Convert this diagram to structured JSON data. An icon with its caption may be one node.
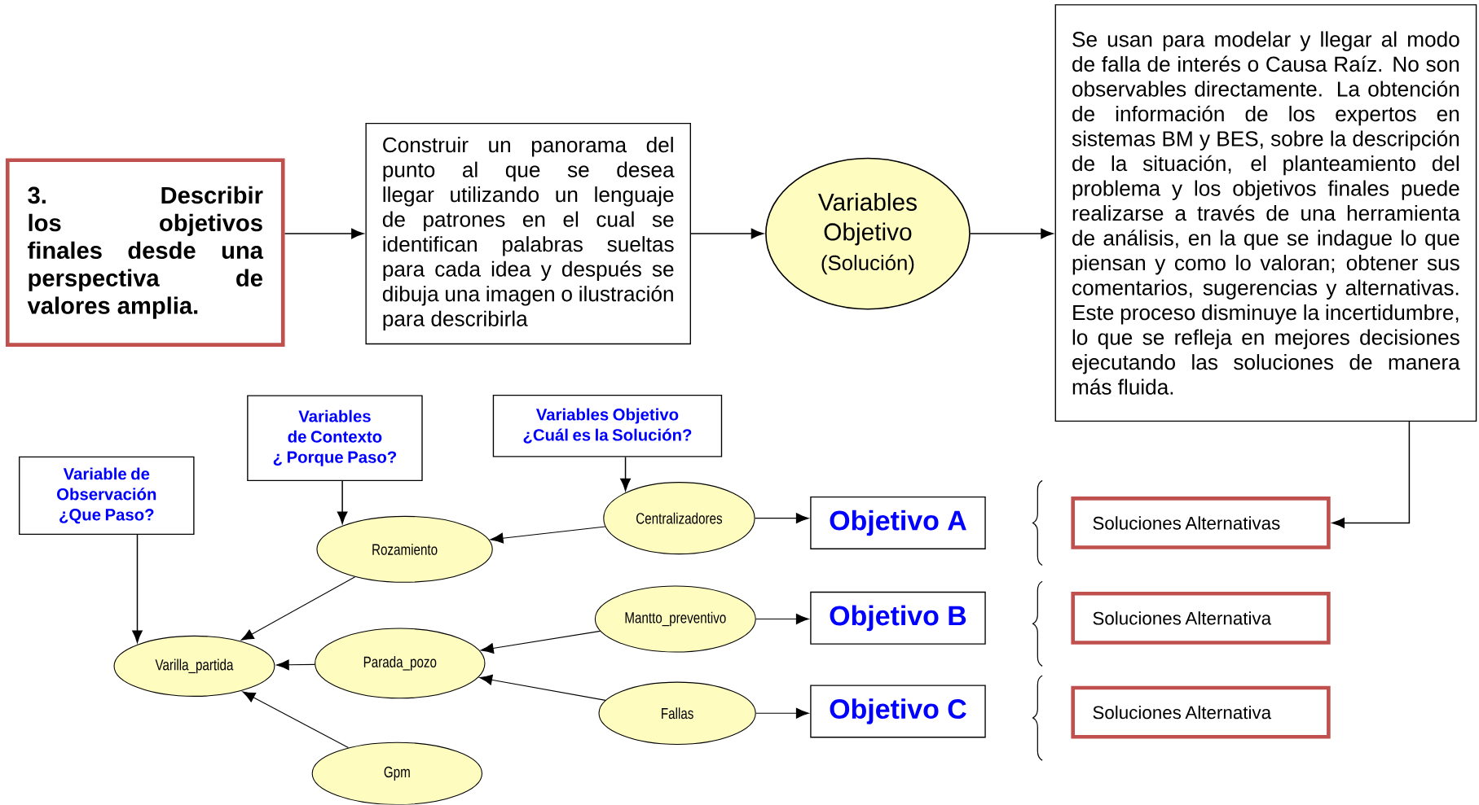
{
  "diagram": {
    "nodes": [
      {
        "text": [
          "3. Describir los objetivos finales desde una perspectiva de valores amplia."
        ]
      },
      {
        "text": [
          "Construir un panorama del punto al que se desea llegar utilizando un lenguaje de patrones en el cual se identifican palabras sueltas para cada idea y después se dibuja una imagen o ilustración para describirla"
        ]
      },
      {
        "text": [
          "Variables Objetivo",
          "(Solución)"
        ]
      },
      {
        "text": [
          "Se usan para modelar y llegar al modo de falla de interés o Causa Raíz. No son observables directamente. La obtención de información de los expertos en sistemas BM y BES, sobre la descripción de la situación, el planteamiento del problema y los objetivos finales puede realizarse a través de una herramienta de análisis, en la que se indague lo que piensan y como lo valoran; obtener sus comentarios, sugerencias y alternativas. Este proceso disminuye la incertidumbre, lo que se refleja en mejores decisiones ejecutando las soluciones de manera más fluida."
        ]
      },
      {
        "text": [
          "Variable de Observación",
          "¿Que Paso?"
        ]
      },
      {
        "text": [
          "Variables de Contexto",
          "¿ Porque Paso?"
        ]
      },
      {
        "text": [
          "Variables Objetivo",
          "¿Cuál es la Solución?"
        ]
      },
      {
        "text": [
          "Centralizadores"
        ]
      },
      {
        "text": [
          "Rozamiento"
        ]
      },
      {
        "text": [
          "Mantto_preventivo"
        ]
      },
      {
        "text": [
          "Varilla_partida"
        ]
      },
      {
        "text": [
          "Parada_pozo"
        ]
      },
      {
        "text": [
          "Fallas"
        ]
      },
      {
        "text": [
          "Gpm"
        ]
      },
      {
        "text": [
          "Objetivo A"
        ]
      },
      {
        "text": [
          "Objetivo B"
        ]
      },
      {
        "text": [
          "Objetivo C"
        ]
      },
      {
        "text": [
          "Soluciones Alternativas"
        ]
      },
      {
        "text": [
          "Soluciones Alternativa"
        ]
      },
      {
        "text": [
          "Soluciones Alternativa"
        ]
      }
    ],
    "edges": [
      {
        "from": 0,
        "to": 1,
        "arrow": "to"
      },
      {
        "from": 1,
        "to": 2,
        "arrow": "to"
      },
      {
        "from": 2,
        "to": 3,
        "arrow": "to"
      },
      {
        "from": 3,
        "to": 17,
        "arrow": "to"
      },
      {
        "from": 4,
        "to": 10,
        "arrow": "to"
      },
      {
        "from": 5,
        "to": 8,
        "arrow": "to"
      },
      {
        "from": 6,
        "to": 7,
        "arrow": "to"
      },
      {
        "from": 7,
        "to": 8,
        "arrow": "to"
      },
      {
        "from": 8,
        "to": 10,
        "arrow": "to"
      },
      {
        "from": 9,
        "to": 11,
        "arrow": "to"
      },
      {
        "from": 11,
        "to": 10,
        "arrow": "to"
      },
      {
        "from": 12,
        "to": 11,
        "arrow": "to"
      },
      {
        "from": 13,
        "to": 10,
        "arrow": "to"
      },
      {
        "from": 7,
        "to": 14,
        "arrow": "to"
      },
      {
        "from": 9,
        "to": 15,
        "arrow": "to"
      },
      {
        "from": 12,
        "to": 16,
        "arrow": "to"
      }
    ]
  }
}
